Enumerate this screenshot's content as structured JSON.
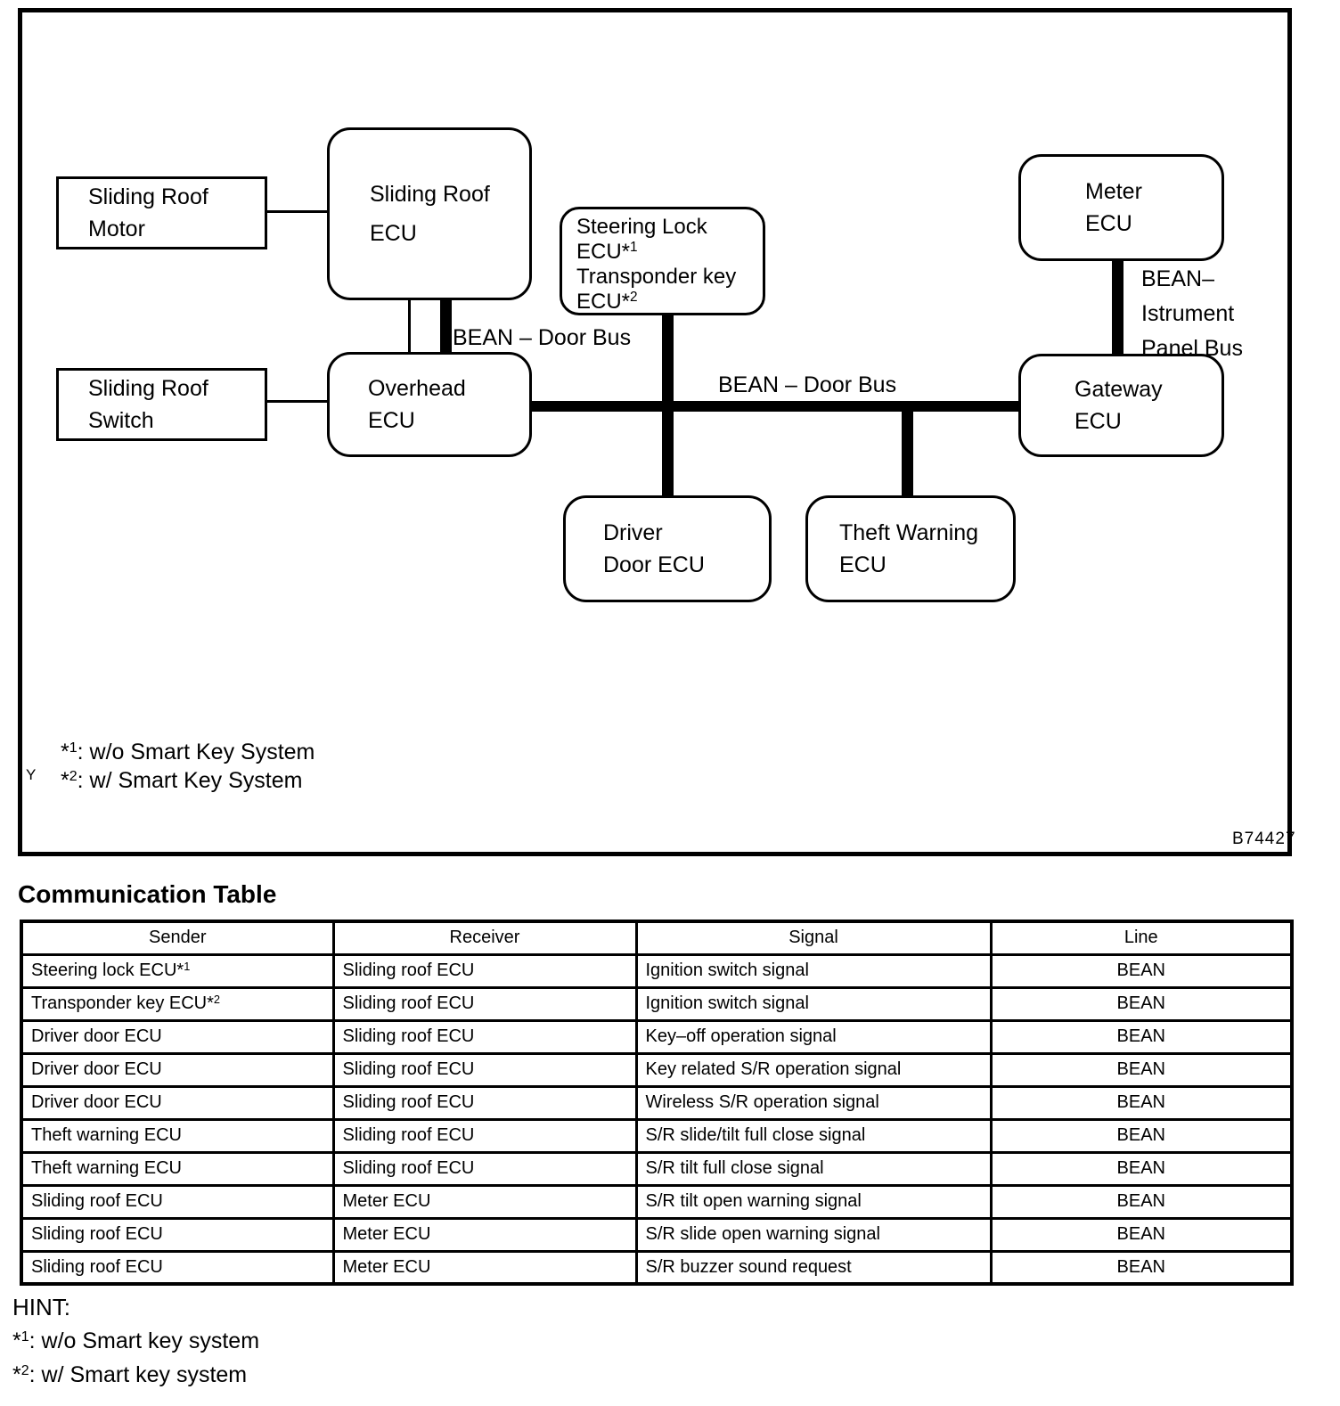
{
  "diagram": {
    "figure_id": "B74427",
    "side_label": "Y",
    "nodes": {
      "sliding_roof_motor": {
        "lines": [
          "Sliding Roof",
          "Motor"
        ]
      },
      "sliding_roof_ecu": {
        "lines": [
          "Sliding Roof",
          "ECU"
        ]
      },
      "steering_lock": {
        "lines": [
          "Steering Lock",
          "ECU*1",
          "Transponder key",
          "ECU*2"
        ]
      },
      "meter_ecu": {
        "lines": [
          "Meter",
          "ECU"
        ]
      },
      "sliding_roof_switch": {
        "lines": [
          "Sliding Roof",
          "Switch"
        ]
      },
      "overhead_ecu": {
        "lines": [
          "Overhead",
          "ECU"
        ]
      },
      "gateway_ecu": {
        "lines": [
          "Gateway",
          "ECU"
        ]
      },
      "driver_door_ecu": {
        "lines": [
          "Driver",
          "Door ECU"
        ]
      },
      "theft_warning_ecu": {
        "lines": [
          "Theft Warning",
          "ECU"
        ]
      }
    },
    "bus_labels": {
      "door_bus_upper": "BEAN – Door Bus",
      "door_bus_main": "BEAN – Door Bus",
      "instrument_panel_bus": [
        "BEAN–",
        "Istrument",
        "Panel Bus"
      ]
    },
    "footnotes": [
      "*1: w/o Smart Key System",
      "*2: w/ Smart Key System"
    ]
  },
  "table": {
    "title": "Communication Table",
    "headers": [
      "Sender",
      "Receiver",
      "Signal",
      "Line"
    ],
    "rows": [
      [
        "Steering lock ECU*1",
        "Sliding roof ECU",
        "Ignition switch signal",
        "BEAN"
      ],
      [
        "Transponder key ECU*2",
        "Sliding roof ECU",
        "Ignition switch signal",
        "BEAN"
      ],
      [
        "Driver door ECU",
        "Sliding roof ECU",
        "Key–off operation signal",
        "BEAN"
      ],
      [
        "Driver door ECU",
        "Sliding roof ECU",
        "Key related S/R operation signal",
        "BEAN"
      ],
      [
        "Driver door ECU",
        "Sliding roof ECU",
        "Wireless S/R operation signal",
        "BEAN"
      ],
      [
        "Theft warning ECU",
        "Sliding roof ECU",
        "S/R slide/tilt full close signal",
        "BEAN"
      ],
      [
        "Theft warning ECU",
        "Sliding roof ECU",
        "S/R tilt full close signal",
        "BEAN"
      ],
      [
        "Sliding roof ECU",
        "Meter ECU",
        "S/R tilt open warning signal",
        "BEAN"
      ],
      [
        "Sliding roof ECU",
        "Meter ECU",
        "S/R slide open warning signal",
        "BEAN"
      ],
      [
        "Sliding roof ECU",
        "Meter ECU",
        "S/R buzzer sound request",
        "BEAN"
      ]
    ]
  },
  "hint": {
    "label": "HINT:",
    "lines": [
      "*1: w/o Smart key system",
      "*2: w/ Smart key system"
    ]
  }
}
